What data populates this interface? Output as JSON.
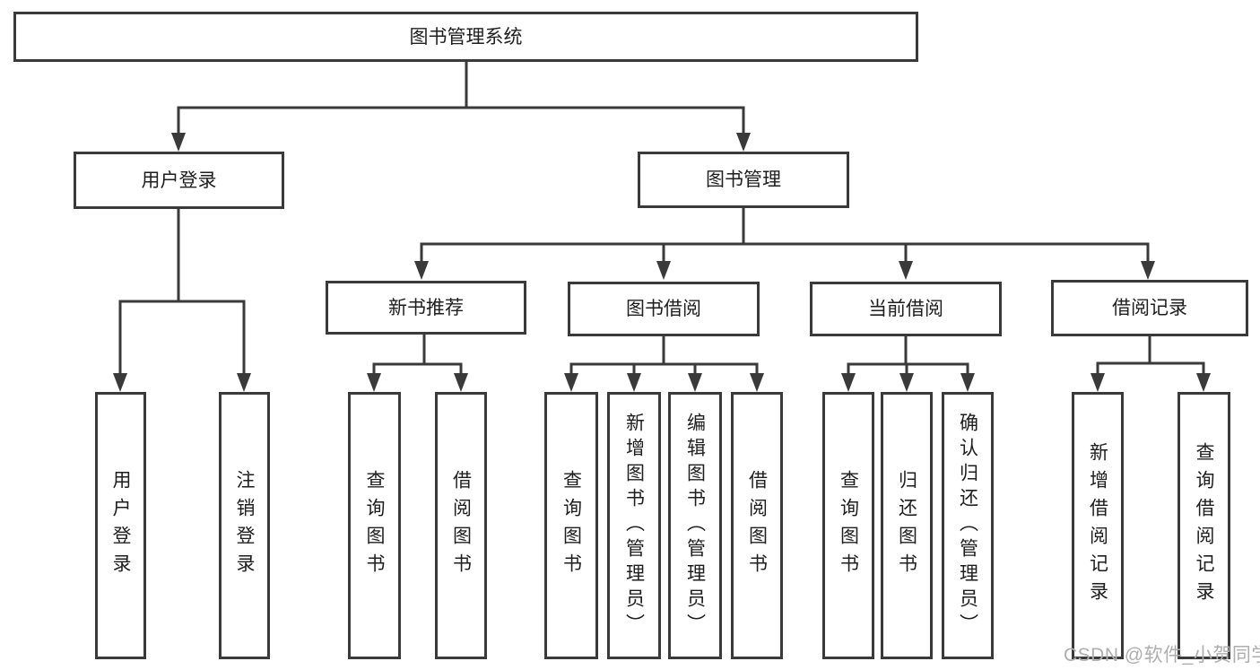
{
  "nodes": {
    "root": "图书管理系统",
    "user_login": "用户登录",
    "book_mgmt": "图书管理",
    "new_book": "新书推荐",
    "book_borrow": "图书借阅",
    "current_borrow": "当前借阅",
    "borrow_records": "借阅记录"
  },
  "leaves": {
    "user": [
      "用户登录",
      "注销登录"
    ],
    "new_book": [
      "查询图书",
      "借阅图书"
    ],
    "book_borrow": [
      "查询图书",
      "新增图书（管理员）",
      "编辑图书（管理员）",
      "借阅图书"
    ],
    "current_borrow": [
      "查询图书",
      "归还图书",
      "确认归还（管理员）"
    ],
    "borrow_records": [
      "新增借阅记录",
      "查询借阅记录"
    ]
  },
  "watermark": "CSDN @软件_小贺同学",
  "colors": {
    "line": "#3a3a3a",
    "text": "#1e1e1e",
    "watermark": "#aeaeae",
    "background": "#ffffff"
  }
}
